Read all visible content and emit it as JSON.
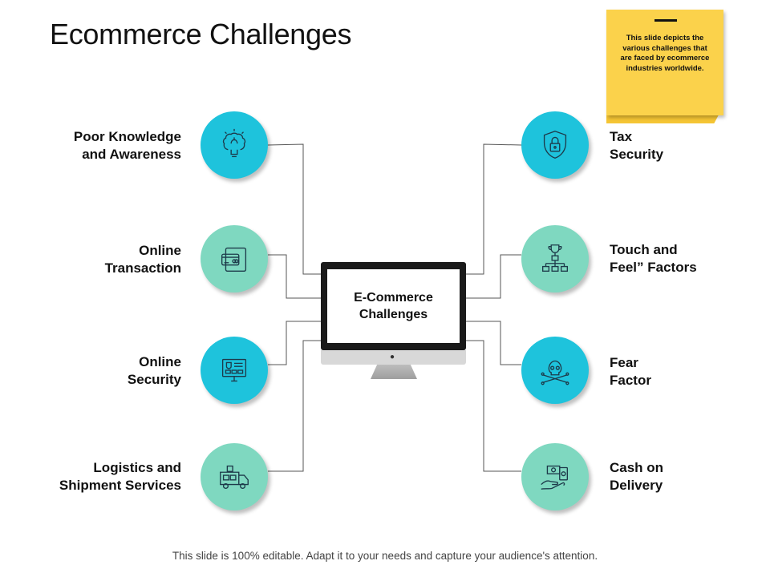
{
  "title": "Ecommerce Challenges",
  "note": {
    "text": "This slide depicts the various challenges that are faced by ecommerce industries worldwide."
  },
  "center": {
    "label": "E-Commerce\nChallenges"
  },
  "left_items": [
    {
      "label": "Poor Knowledge\nand Awareness",
      "icon": "brain-bulb-icon",
      "color": "#1ec3dc"
    },
    {
      "label": "Online\nTransaction",
      "icon": "card-payment-icon",
      "color": "#7fd8c0"
    },
    {
      "label": "Online\nSecurity",
      "icon": "secure-monitor-icon",
      "color": "#1ec3dc"
    },
    {
      "label": "Logistics and\nShipment Services",
      "icon": "delivery-truck-icon",
      "color": "#7fd8c0"
    }
  ],
  "right_items": [
    {
      "label": "Tax\nSecurity",
      "icon": "shield-lock-icon",
      "color": "#1ec3dc"
    },
    {
      "label": "Touch and\nFeel” Factors",
      "icon": "trophy-hierarchy-icon",
      "color": "#7fd8c0"
    },
    {
      "label": "Fear\nFactor",
      "icon": "skull-crossbones-icon",
      "color": "#1ec3dc"
    },
    {
      "label": "Cash on\nDelivery",
      "icon": "cash-hand-icon",
      "color": "#7fd8c0"
    }
  ],
  "footer": "This slide is 100% editable. Adapt it to your needs and capture your audience's attention."
}
